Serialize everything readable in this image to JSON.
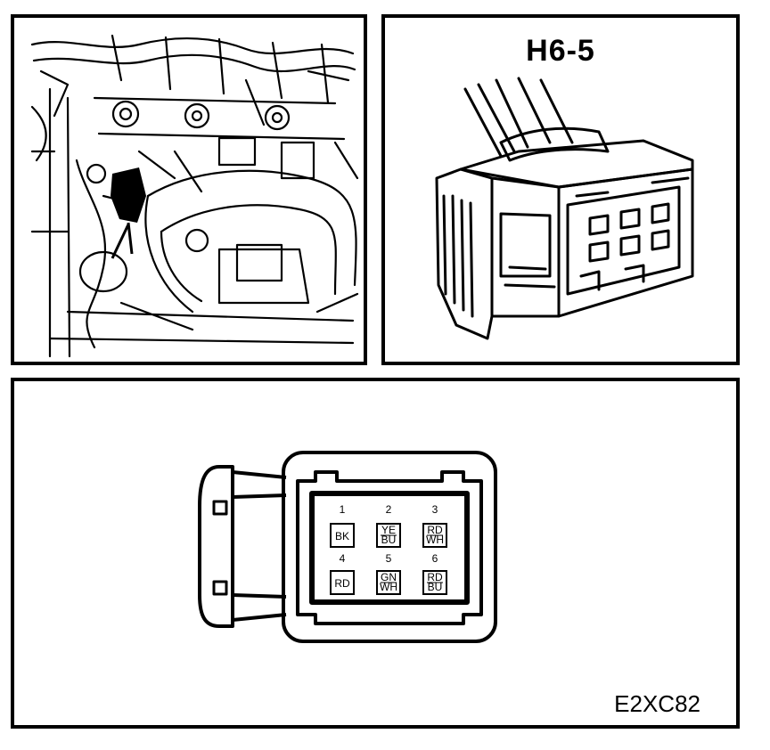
{
  "connector": {
    "id": "H6-5",
    "figure_code": "E2XC82"
  },
  "pins": [
    {
      "number": "1",
      "lines": [
        "BK"
      ]
    },
    {
      "number": "2",
      "lines": [
        "YE",
        "BU"
      ]
    },
    {
      "number": "3",
      "lines": [
        "RD",
        "WH"
      ]
    },
    {
      "number": "4",
      "lines": [
        "RD"
      ]
    },
    {
      "number": "5",
      "lines": [
        "GN",
        "WH"
      ]
    },
    {
      "number": "6",
      "lines": [
        "RD",
        "BU"
      ]
    }
  ]
}
